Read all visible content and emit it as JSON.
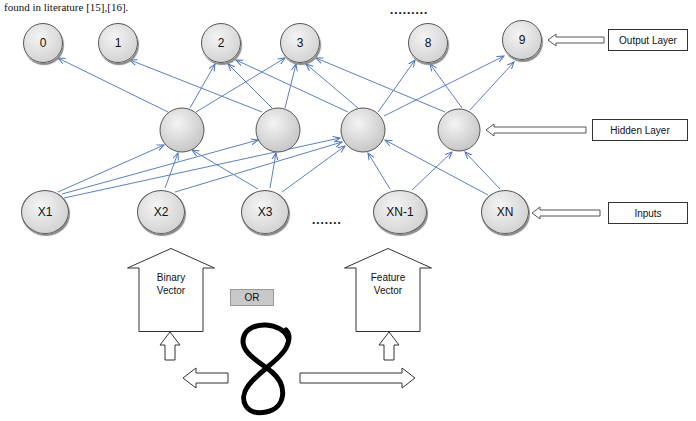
{
  "diagram": {
    "nodes": [
      {
        "text": [
          "0"
        ]
      },
      {
        "text": [
          "1"
        ]
      },
      {
        "text": [
          "2"
        ]
      },
      {
        "text": [
          "3"
        ]
      },
      {
        "text": [
          "8"
        ]
      },
      {
        "text": [
          "9"
        ]
      },
      {
        "text": [
          "Output Layer"
        ]
      },
      {
        "text": [
          "Hidden Layer"
        ]
      },
      {
        "text": [
          "X1"
        ]
      },
      {
        "text": [
          "X2"
        ]
      },
      {
        "text": [
          "X3"
        ]
      },
      {
        "text": [
          "XN-1"
        ]
      },
      {
        "text": [
          "XN"
        ]
      },
      {
        "text": [
          "Inputs"
        ]
      },
      {
        "text": [
          "Binary Vector"
        ]
      },
      {
        "text": [
          "OR"
        ]
      },
      {
        "text": [
          "Feature Vector"
        ]
      }
    ],
    "labels": [
      "found in literature [15],[16].",
      ".........",
      "......."
    ]
  }
}
